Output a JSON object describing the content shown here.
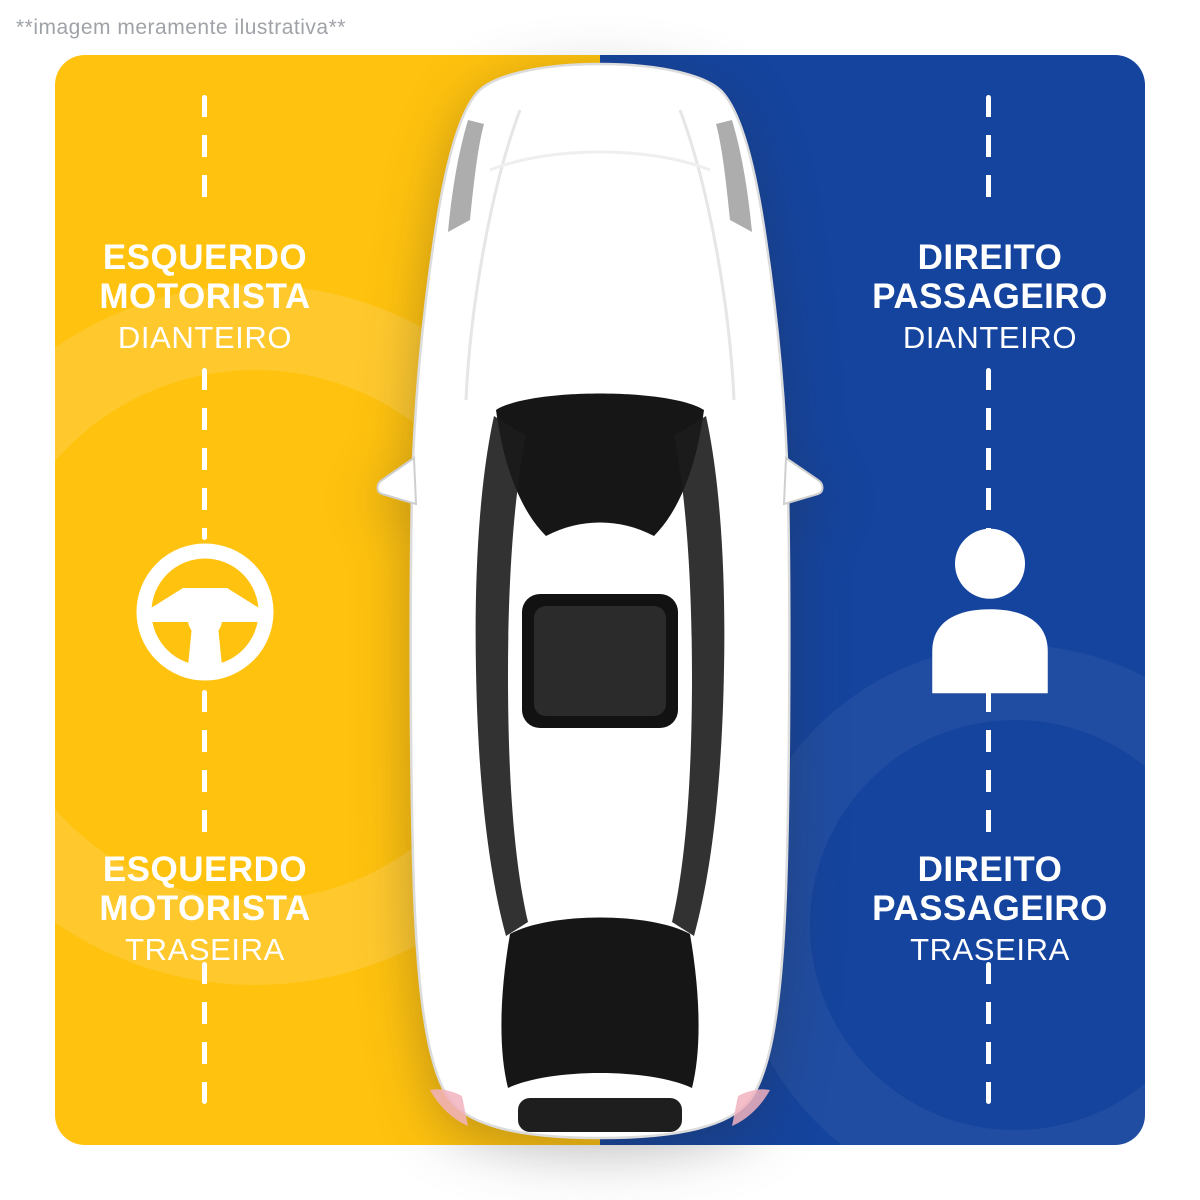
{
  "disclaimer": "**imagem meramente ilustrativa**",
  "colors": {
    "left_bg": "#FFC20E",
    "right_bg": "#15449E",
    "label_text": "#FFFFFF",
    "disclaimer_text": "#9FA3A8"
  },
  "zones": {
    "front_left": {
      "line1": "ESQUERDO",
      "line2": "MOTORISTA",
      "line3": "DIANTEIRO"
    },
    "front_right": {
      "line1": "DIREITO",
      "line2": "PASSAGEIRO",
      "line3": "DIANTEIRO"
    },
    "rear_left": {
      "line1": "ESQUERDO",
      "line2": "MOTORISTA",
      "line3": "TRASEIRA"
    },
    "rear_right": {
      "line1": "DIREITO",
      "line2": "PASSAGEIRO",
      "line3": "TRASEIRA"
    }
  },
  "icons": {
    "left": "steering-wheel-icon",
    "right": "person-icon"
  }
}
